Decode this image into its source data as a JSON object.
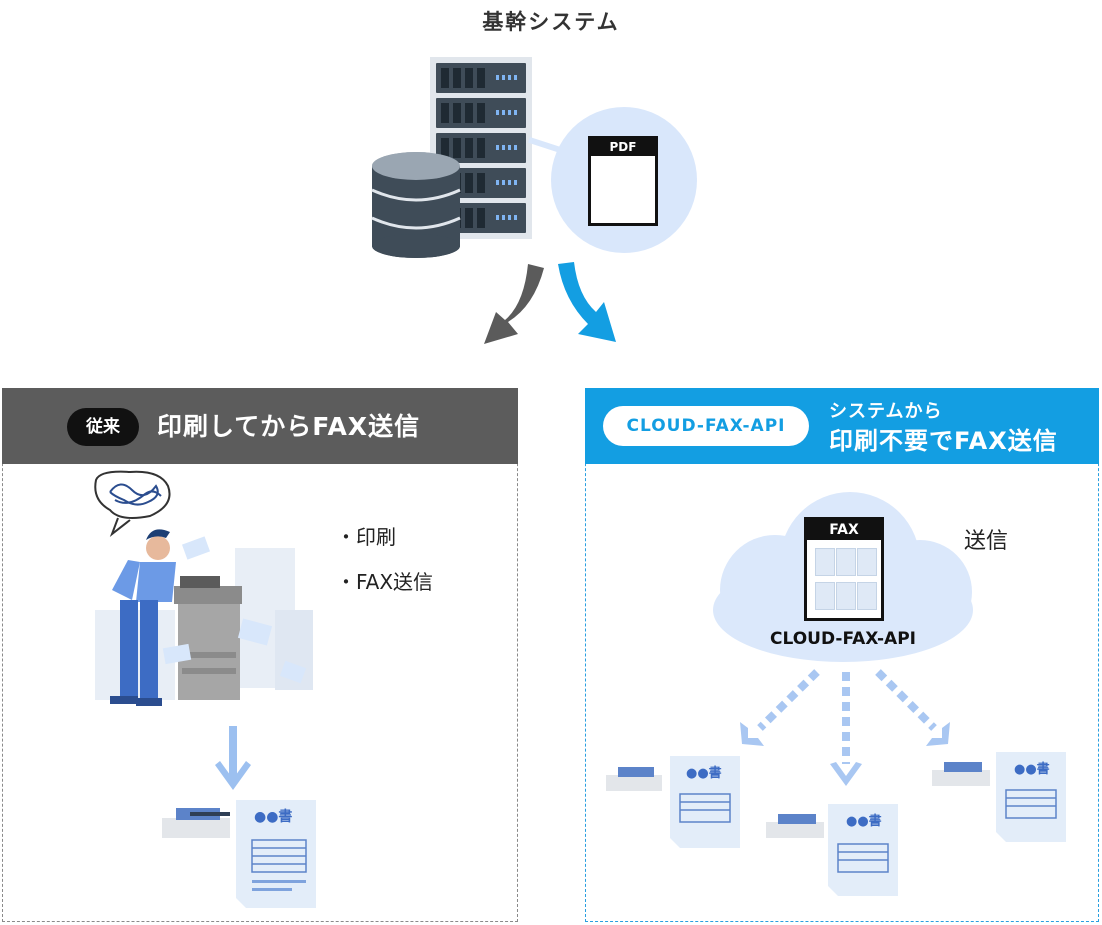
{
  "top": {
    "title": "基幹システム"
  },
  "pdf": {
    "label": "PDF"
  },
  "left_panel": {
    "badge": "従来",
    "heading": "印刷してからFAX送信",
    "bullets": [
      "・印刷",
      "・FAX送信"
    ]
  },
  "right_panel": {
    "badge": "CLOUD-FAX-API",
    "heading_sub": "システムから",
    "heading_main": "印刷不要でFAX送信",
    "send_label": "送信",
    "cloud_label": "CLOUD-FAX-API",
    "fax_label": "FAX"
  },
  "documents": {
    "title": "●●書"
  },
  "colors": {
    "gray_header": "#5c5c5c",
    "blue_header": "#139ee2",
    "gray_arrow": "#5b5b5b",
    "blue_arrow": "#139ee2",
    "light_blue": "#a9c7f2"
  }
}
